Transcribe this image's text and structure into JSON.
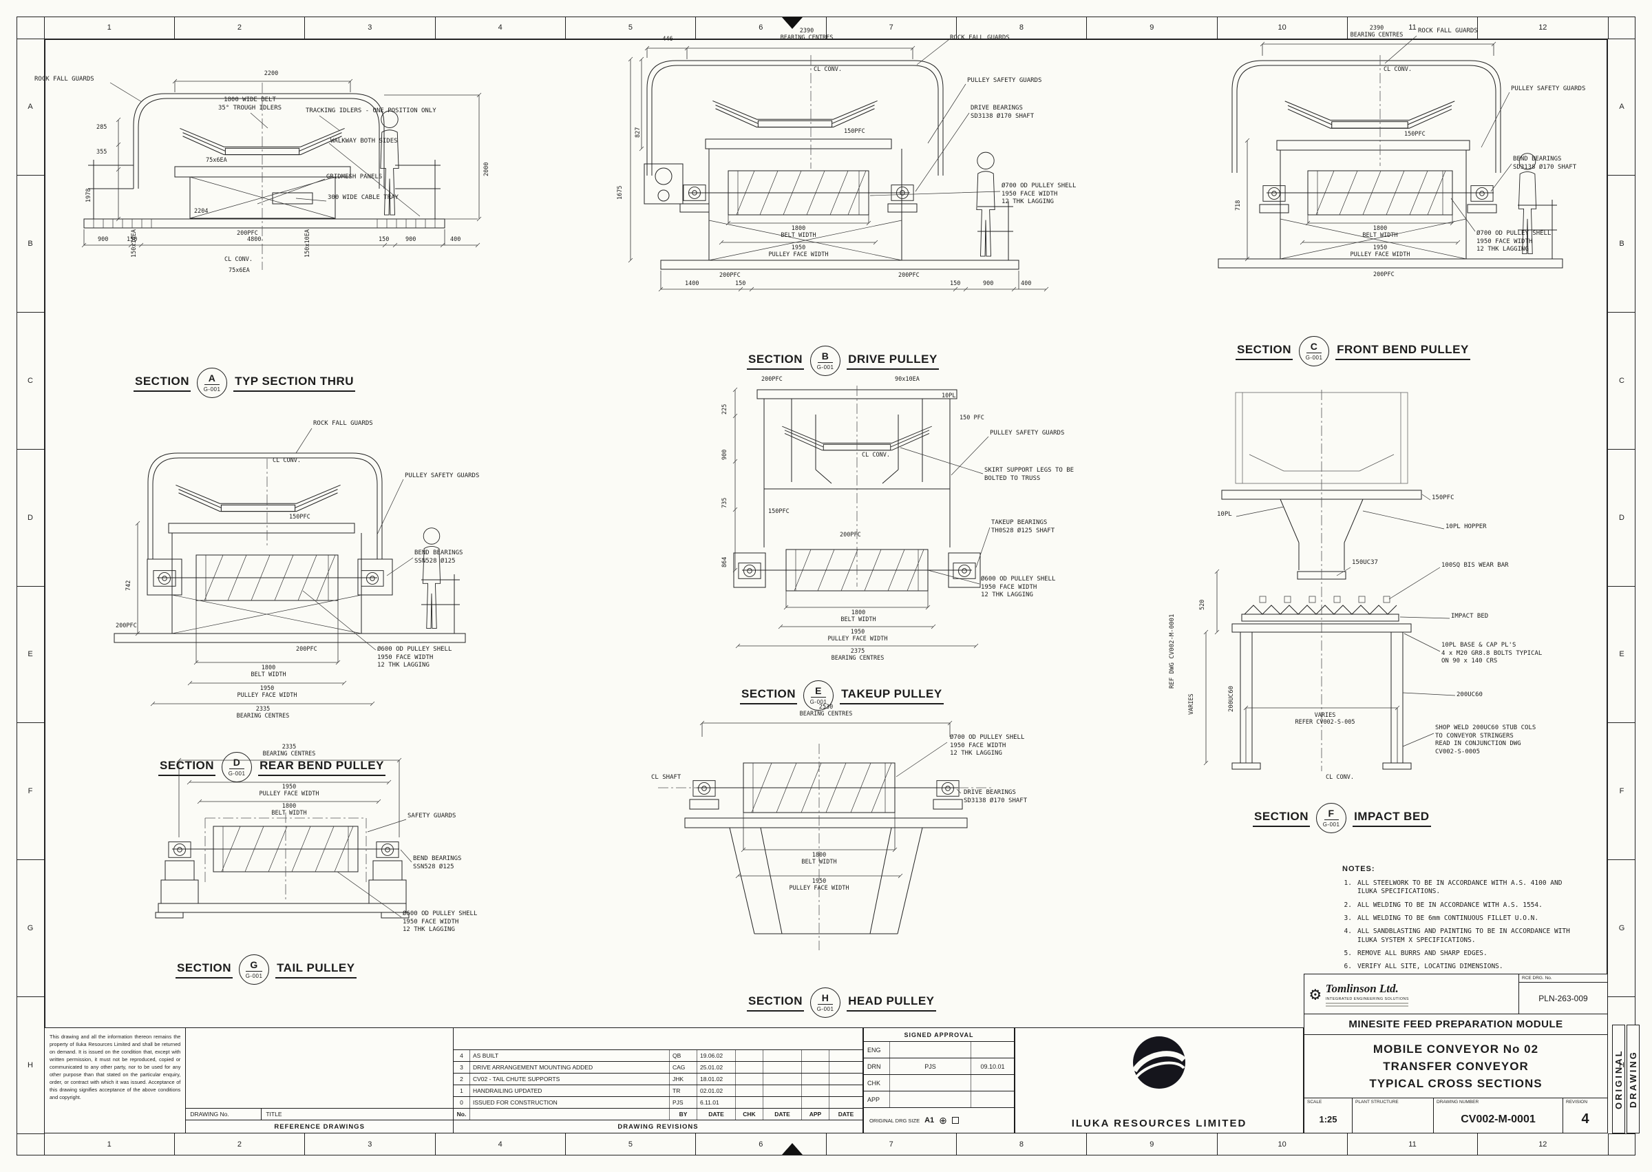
{
  "page": {
    "col_labels": [
      "1",
      "2",
      "3",
      "4",
      "5",
      "6",
      "7",
      "8",
      "9",
      "10",
      "11",
      "12"
    ],
    "row_labels": [
      "A",
      "B",
      "C",
      "D",
      "E",
      "F",
      "G",
      "H"
    ]
  },
  "sec_word": "SECTION",
  "sections": {
    "a": {
      "letter": "A",
      "ref": "G-001",
      "name": "TYP SECTION THRU",
      "ann": {
        "rock_fall": "ROCK FALL GUARDS",
        "belt": "1800 WIDE BELT\n35° TROUGH IDLERS",
        "tracking": "TRACKING IDLERS - ONE POSITION ONLY",
        "walkway": "WALKWAY BOTH SIDES",
        "gridmesh": "GRIDMESH PANELS",
        "cable_tray": "300 WIDE CABLE TRAY"
      },
      "dims": {
        "d2200": "2200",
        "d285": "285",
        "d355": "355",
        "d1978": "1978",
        "d2204": "2204",
        "d200pfc": "200PFC",
        "cl": "CL CONV.",
        "a75a": "75x6EA",
        "a75b": "75x6EA",
        "a150a": "150x10EA",
        "a150b": "150x10EA",
        "d900a": "900",
        "d150a": "150",
        "d4800": "4800",
        "d150b": "150",
        "d900b": "900",
        "d400": "400",
        "d2000": "2000"
      }
    },
    "b": {
      "letter": "B",
      "ref": "G-001",
      "name": "DRIVE PULLEY",
      "ann": {
        "rock_fall": "ROCK FALL GUARDS",
        "safety": "PULLEY SAFETY GUARDS",
        "bearings": "DRIVE BEARINGS\nSD3138 Ø170 SHAFT",
        "shell": "Ø700 OD PULLEY SHELL\n1950 FACE WIDTH\n12 THK LAGGING"
      },
      "dims": {
        "d446": "446",
        "bc": "2390\nBEARING CENTRES",
        "cl": "CL CONV.",
        "pfc150": "150PFC",
        "d1675": "1675",
        "d827": "827",
        "belt": "1800\nBELT WIDTH",
        "face": "1950\nPULLEY FACE WIDTH",
        "pfc200a": "200PFC",
        "pfc200b": "200PFC",
        "d1400": "1400",
        "d150a": "150",
        "d150b": "150",
        "d900": "900",
        "d400": "400"
      }
    },
    "c": {
      "letter": "C",
      "ref": "G-001",
      "name": "FRONT BEND PULLEY",
      "ann": {
        "rock_fall": "ROCK FALL GUARDS",
        "safety": "PULLEY SAFETY GUARDS",
        "bearings": "BEND BEARINGS\nSD3138 Ø170 SHAFT",
        "shell": "Ø700 OD PULLEY SHELL\n1950 FACE WIDTH\n12 THK LAGGING"
      },
      "dims": {
        "bc": "2390\nBEARING CENTRES",
        "cl": "CL CONV.",
        "pfc150": "150PFC",
        "d718": "718",
        "belt": "1800\nBELT WIDTH",
        "face": "1950\nPULLEY FACE WIDTH",
        "pfc200": "200PFC"
      }
    },
    "d": {
      "letter": "D",
      "ref": "G-001",
      "name": "REAR BEND PULLEY",
      "ann": {
        "rock_fall": "ROCK FALL GUARDS",
        "safety": "PULLEY SAFETY GUARDS",
        "bearings": "BEND BEARINGS\nSSN528 Ø125",
        "shell": "Ø600 OD PULLEY SHELL\n1950 FACE WIDTH\n12 THK LAGGING"
      },
      "dims": {
        "d742": "742",
        "pfc150": "150PFC",
        "pfc200a": "200PFC",
        "pfc200b": "200PFC",
        "belt": "1800\nBELT WIDTH",
        "face": "1950\nPULLEY FACE WIDTH",
        "bc": "2335\nBEARING CENTRES",
        "cl": "CL CONV."
      }
    },
    "e": {
      "letter": "E",
      "ref": "G-001",
      "name": "TAKEUP PULLEY",
      "ann": {
        "safety": "PULLEY SAFETY GUARDS",
        "skirt": "SKIRT SUPPORT LEGS TO BE\nBOLTED TO TRUSS",
        "bearings": "TAKEUP BEARINGS\nTH0S28 Ø125 SHAFT",
        "shell": "Ø600 OD PULLEY SHELL\n1950 FACE WIDTH\n12 THK LAGGING"
      },
      "dims": {
        "pfc200t": "200PFC",
        "ea90": "90x10EA",
        "pl10": "10PL",
        "pfc150r": "150 PFC",
        "d225": "225",
        "d900": "900",
        "d735": "735",
        "d864": "864",
        "cl": "CL CONV.",
        "pfc150": "150PFC",
        "pfc200b": "200PFC",
        "belt": "1800\nBELT WIDTH",
        "face": "1950\nPULLEY FACE WIDTH",
        "bc": "2375\nBEARING CENTRES"
      }
    },
    "f": {
      "letter": "F",
      "ref": "G-001",
      "name": "IMPACT BED",
      "ann": {
        "pfc150": "150PFC",
        "pl10": "10PL",
        "hopper": "10PL HOPPER",
        "uc200r": "200UC60",
        "uc200l": "200UC60",
        "uc150": "150UC37",
        "wear": "100SQ BIS WEAR BAR",
        "impact": "IMPACT BED",
        "base_pls": "10PL BASE & CAP PL'S\n4 x M20 GR8.8 BOLTS TYPICAL\nON 90 x 140 CRS",
        "shop_weld": "SHOP WELD 200UC60 STUB COLS\nTO CONVEYOR STRINGERS\nREAD IN CONJUNCTION DWG\nCV002-S-0005",
        "varies_refer": "VARIES\nREFER CV002-S-005",
        "ref_dwg": "REF DWG CV002-M-0001",
        "cl": "CL CONV.",
        "d520": "520",
        "varies": "VARIES"
      }
    },
    "g": {
      "letter": "G",
      "ref": "G-001",
      "name": "TAIL PULLEY",
      "ann": {
        "safety": "SAFETY GUARDS",
        "bearings": "BEND BEARINGS\nSSN528 Ø125",
        "shell": "Ø600 OD PULLEY SHELL\n1950 FACE WIDTH\n12 THK LAGGING"
      },
      "dims": {
        "bc": "2335\nBEARING CENTRES",
        "face": "1950\nPULLEY FACE WIDTH",
        "belt": "1800\nBELT WIDTH"
      }
    },
    "h": {
      "letter": "H",
      "ref": "G-001",
      "name": "HEAD PULLEY",
      "ann": {
        "shell": "Ø700 OD PULLEY SHELL\n1950 FACE WIDTH\n12 THK LAGGING",
        "bearings": "DRIVE BEARINGS\nSD3138 Ø170 SHAFT",
        "cl_shaft": "CL SHAFT"
      },
      "dims": {
        "bc": "2530\nBEARING CENTRES",
        "belt": "1800\nBELT WIDTH",
        "face": "1950\nPULLEY FACE WIDTH"
      }
    }
  },
  "notes": {
    "title": "NOTES:",
    "items": [
      "ALL STEELWORK TO BE IN ACCORDANCE WITH A.S. 4100 AND ILUKA SPECIFICATIONS.",
      "ALL WELDING TO BE IN ACCORDANCE WITH A.S. 1554.",
      "ALL WELDING TO BE 6mm CONTINUOUS FILLET U.O.N.",
      "ALL SANDBLASTING AND PAINTING TO BE IN ACCORDANCE WITH ILUKA SYSTEM X SPECIFICATIONS.",
      "REMOVE ALL BURRS AND SHARP EDGES.",
      "VERIFY ALL SITE, LOCATING DIMENSIONS."
    ]
  },
  "copyright": "This drawing and all the information thereon remains the property of Iluka Resources Limited and shall be returned on demand. It is issued on the condition that, except with written permission, it must not be reproduced, copied or communicated to any other party, nor to be used for any other purpose than that stated on the particular enquiry, order, or contract with which it was issued. Acceptance of this drawing signifies acceptance of the above conditions and copyright.",
  "ref_table": {
    "col_drawing_no": "DRAWING No.",
    "col_title": "TITLE",
    "footer": "REFERENCE DRAWINGS"
  },
  "revisions": {
    "cols": [
      "No.",
      "BY",
      "DATE",
      "CHK",
      "DATE",
      "APP",
      "DATE"
    ],
    "rows": [
      {
        "no": "4",
        "desc": "AS BUILT",
        "by": "QB",
        "date": "19.06.02"
      },
      {
        "no": "3",
        "desc": "DRIVE ARRANGEMENT MOUNTING ADDED",
        "by": "CAG",
        "date": "25.01.02"
      },
      {
        "no": "2",
        "desc": "CV02 - TAIL CHUTE SUPPORTS",
        "by": "JHK",
        "date": "18.01.02"
      },
      {
        "no": "1",
        "desc": "HANDRAILING UPDATED",
        "by": "TR",
        "date": "02.01.02"
      },
      {
        "no": "0",
        "desc": "ISSUED FOR CONSTRUCTION",
        "by": "PJS",
        "date": "6.11.01"
      }
    ],
    "footer": "DRAWING REVISIONS"
  },
  "approval": {
    "header": "SIGNED APPROVAL",
    "rows": [
      {
        "role": "ENG",
        "name": "",
        "date": ""
      },
      {
        "role": "DRN",
        "name": "PJS",
        "date": "09.10.01"
      },
      {
        "role": "CHK",
        "name": "",
        "date": ""
      },
      {
        "role": "APP",
        "name": "",
        "date": ""
      }
    ],
    "orig_size_label": "ORIGINAL DRG SIZE",
    "orig_size": "A1"
  },
  "client": {
    "name": "ILUKA RESOURCES LIMITED"
  },
  "titleblock": {
    "company": "Tomlinson Ltd.",
    "company_sub": "INTEGRATED ENGINEERING SOLUTIONS",
    "rce_label": "RCE DRG. No.",
    "rce_no": "PLN-263-009",
    "project": "MINESITE FEED PREPARATION MODULE",
    "title_line1": "MOBILE CONVEYOR No 02",
    "title_line2": "TRANSFER  CONVEYOR",
    "title_line3": "TYPICAL CROSS SECTIONS",
    "scale_label": "SCALE",
    "scale": "1:25",
    "plant_label": "PLANT STRUCTURE",
    "dwg_label": "DRAWING NUMBER",
    "dwg_no": "CV002-M-0001",
    "rev_label": "REVISION",
    "rev": "4",
    "stamp1": "ORIGINAL",
    "stamp2": "DRAWING"
  }
}
